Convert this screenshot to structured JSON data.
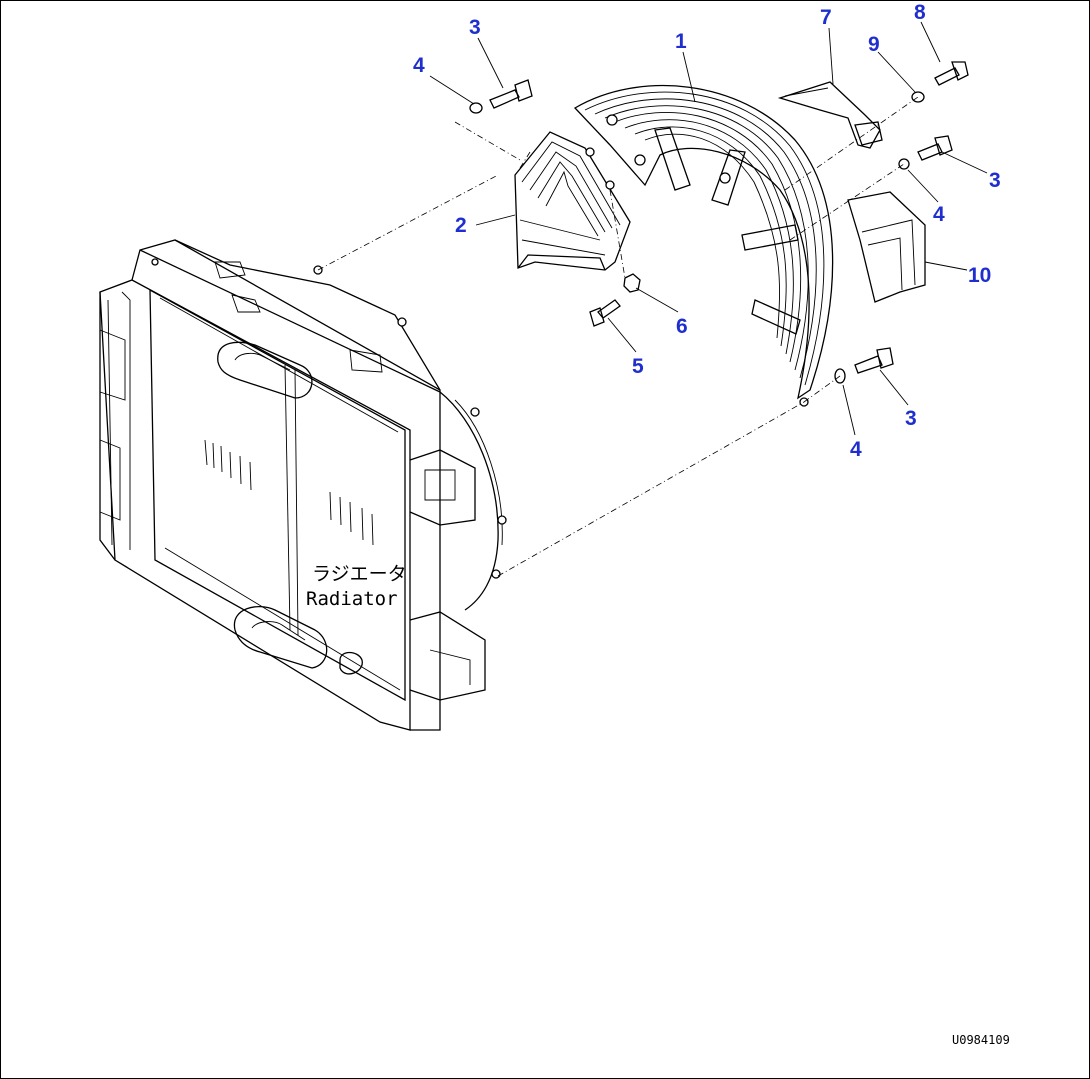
{
  "diagram": {
    "radiator_label_jp": "ラジエータ",
    "radiator_label_en": "Radiator",
    "drawing_code": "U0984109"
  },
  "callouts": [
    {
      "id": "c1",
      "text": "1"
    },
    {
      "id": "c2",
      "text": "2"
    },
    {
      "id": "c3a",
      "text": "3"
    },
    {
      "id": "c3b",
      "text": "3"
    },
    {
      "id": "c3c",
      "text": "3"
    },
    {
      "id": "c4a",
      "text": "4"
    },
    {
      "id": "c4b",
      "text": "4"
    },
    {
      "id": "c4c",
      "text": "4"
    },
    {
      "id": "c5",
      "text": "5"
    },
    {
      "id": "c6",
      "text": "6"
    },
    {
      "id": "c7",
      "text": "7"
    },
    {
      "id": "c8",
      "text": "8"
    },
    {
      "id": "c9",
      "text": "9"
    },
    {
      "id": "c10",
      "text": "10"
    }
  ]
}
